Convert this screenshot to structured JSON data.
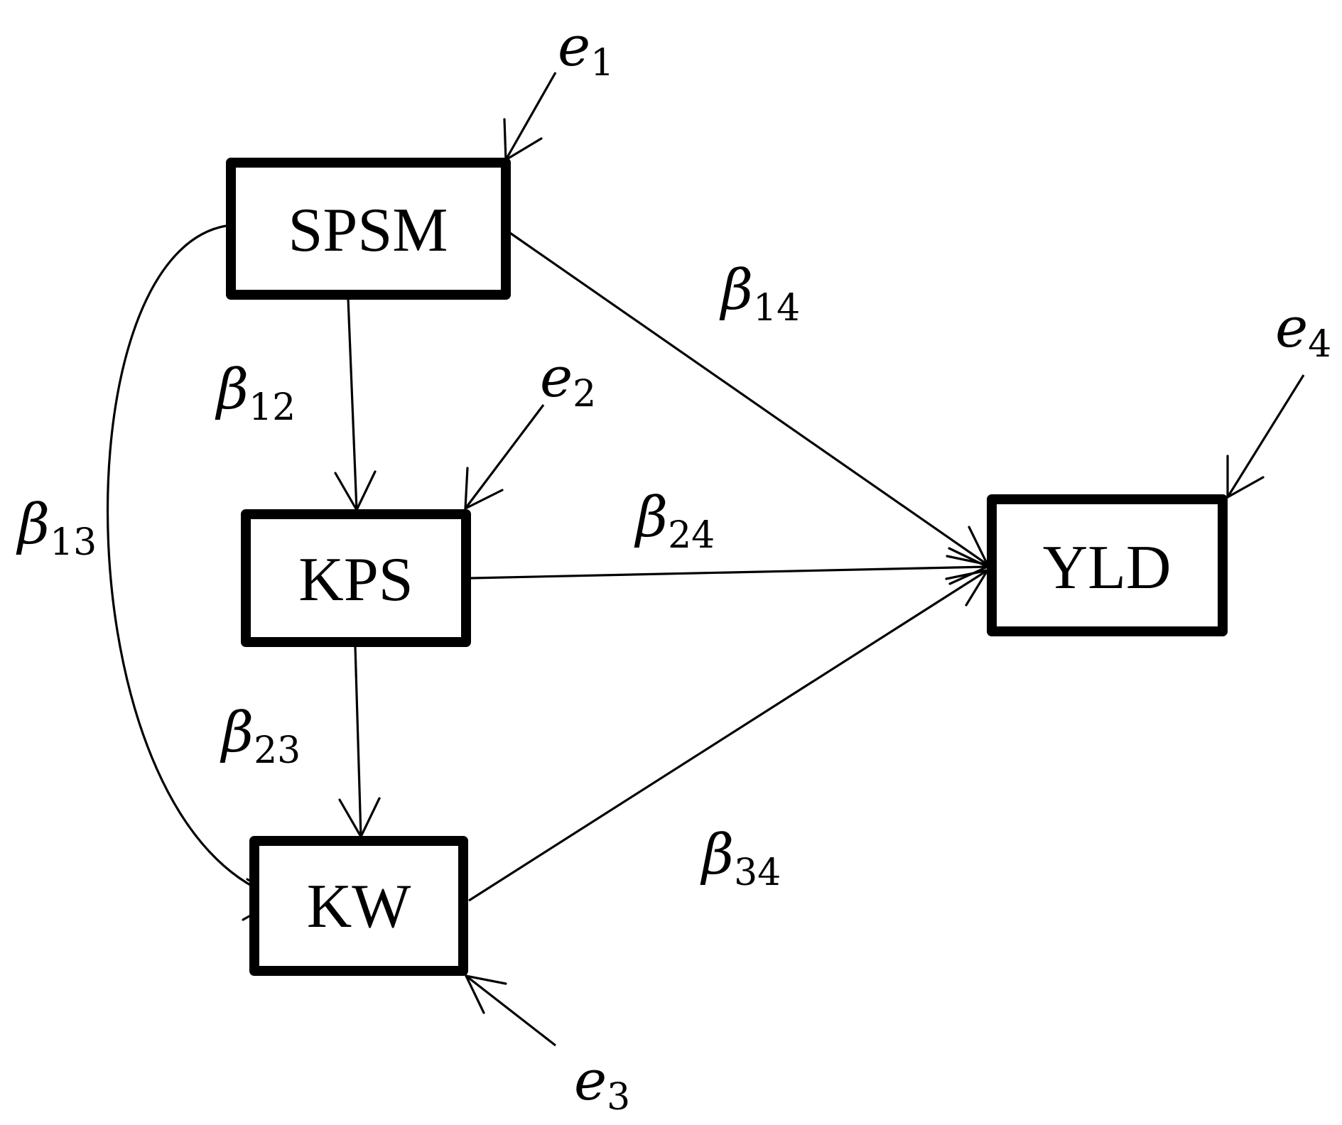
{
  "nodes": {
    "spsm": "SPSM",
    "kps": "KPS",
    "kw": "KW",
    "yld": "YLD"
  },
  "error_terms": [
    {
      "symbol": "e",
      "subscript": "1"
    },
    {
      "symbol": "e",
      "subscript": "2"
    },
    {
      "symbol": "e",
      "subscript": "3"
    },
    {
      "symbol": "e",
      "subscript": "4"
    }
  ],
  "path_coefficients": [
    {
      "symbol": "β",
      "subscript": "12"
    },
    {
      "symbol": "β",
      "subscript": "13"
    },
    {
      "symbol": "β",
      "subscript": "14"
    },
    {
      "symbol": "β",
      "subscript": "23"
    },
    {
      "symbol": "β",
      "subscript": "24"
    },
    {
      "symbol": "β",
      "subscript": "34"
    }
  ],
  "colors": {
    "stroke": "#000000",
    "background": "#ffffff"
  }
}
